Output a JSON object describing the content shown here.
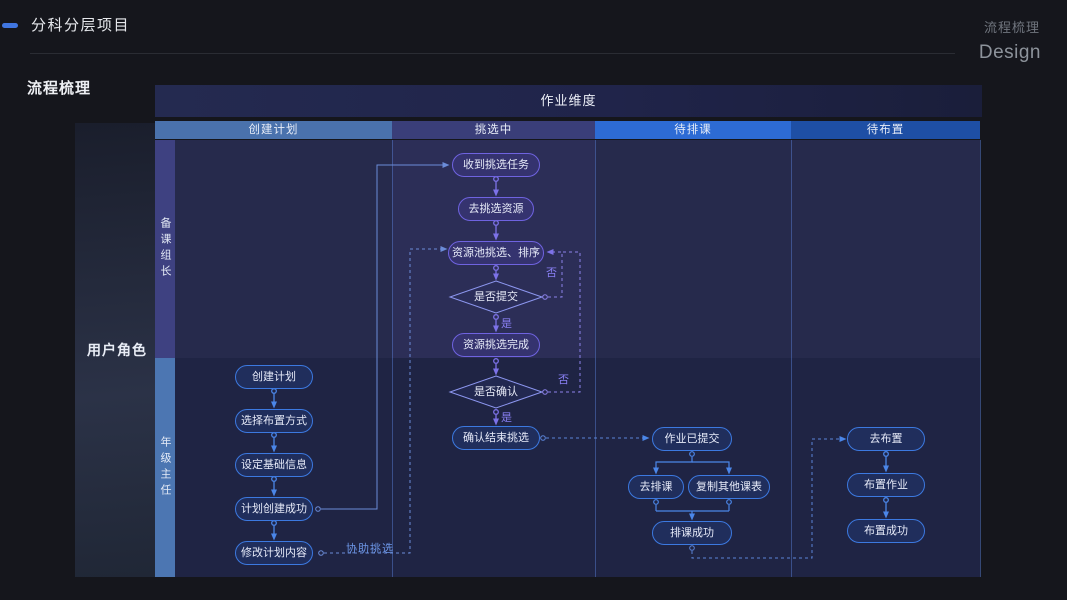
{
  "page": {
    "brand_title": "分科分层项目",
    "doc_type": "流程梳理",
    "design_label": "Design",
    "section_title": "流程梳理"
  },
  "diagram": {
    "dimension_header": "作业维度",
    "columns": [
      "创建计划",
      "挑选中",
      "待排课",
      "待布置"
    ],
    "role_panel_label": "用户角色",
    "roles": [
      "备课组长",
      "年级主任"
    ],
    "nodes": {
      "create_plan": [
        "创建计划",
        "选择布置方式",
        "设定基础信息",
        "计划创建成功",
        "修改计划内容"
      ],
      "selecting": [
        "收到挑选任务",
        "去挑选资源",
        "资源池挑选、排序",
        "是否提交",
        "资源挑选完成",
        "是否确认",
        "确认结束挑选"
      ],
      "to_schedule": [
        "作业已提交",
        "去排课",
        "复制其他课表",
        "排课成功"
      ],
      "to_assign": [
        "去布置",
        "布置作业",
        "布置成功"
      ]
    },
    "edge_labels": {
      "no_submit": "否",
      "yes_submit": "是",
      "no_confirm": "否",
      "yes_confirm": "是",
      "assist": "协助挑选"
    }
  },
  "colors": {
    "accent_blue": "#4076e0",
    "col_create_plan": "#4a72ad",
    "col_selecting": "#3a3e79",
    "col_to_schedule": "#2d6bd4",
    "col_to_assign": "#1e4fa5",
    "purple_node_border": "#6f63e0",
    "blue_node_border": "#3c79e0",
    "role_strip_prep": "#3e4181",
    "role_strip_grade": "#4c76b2"
  }
}
